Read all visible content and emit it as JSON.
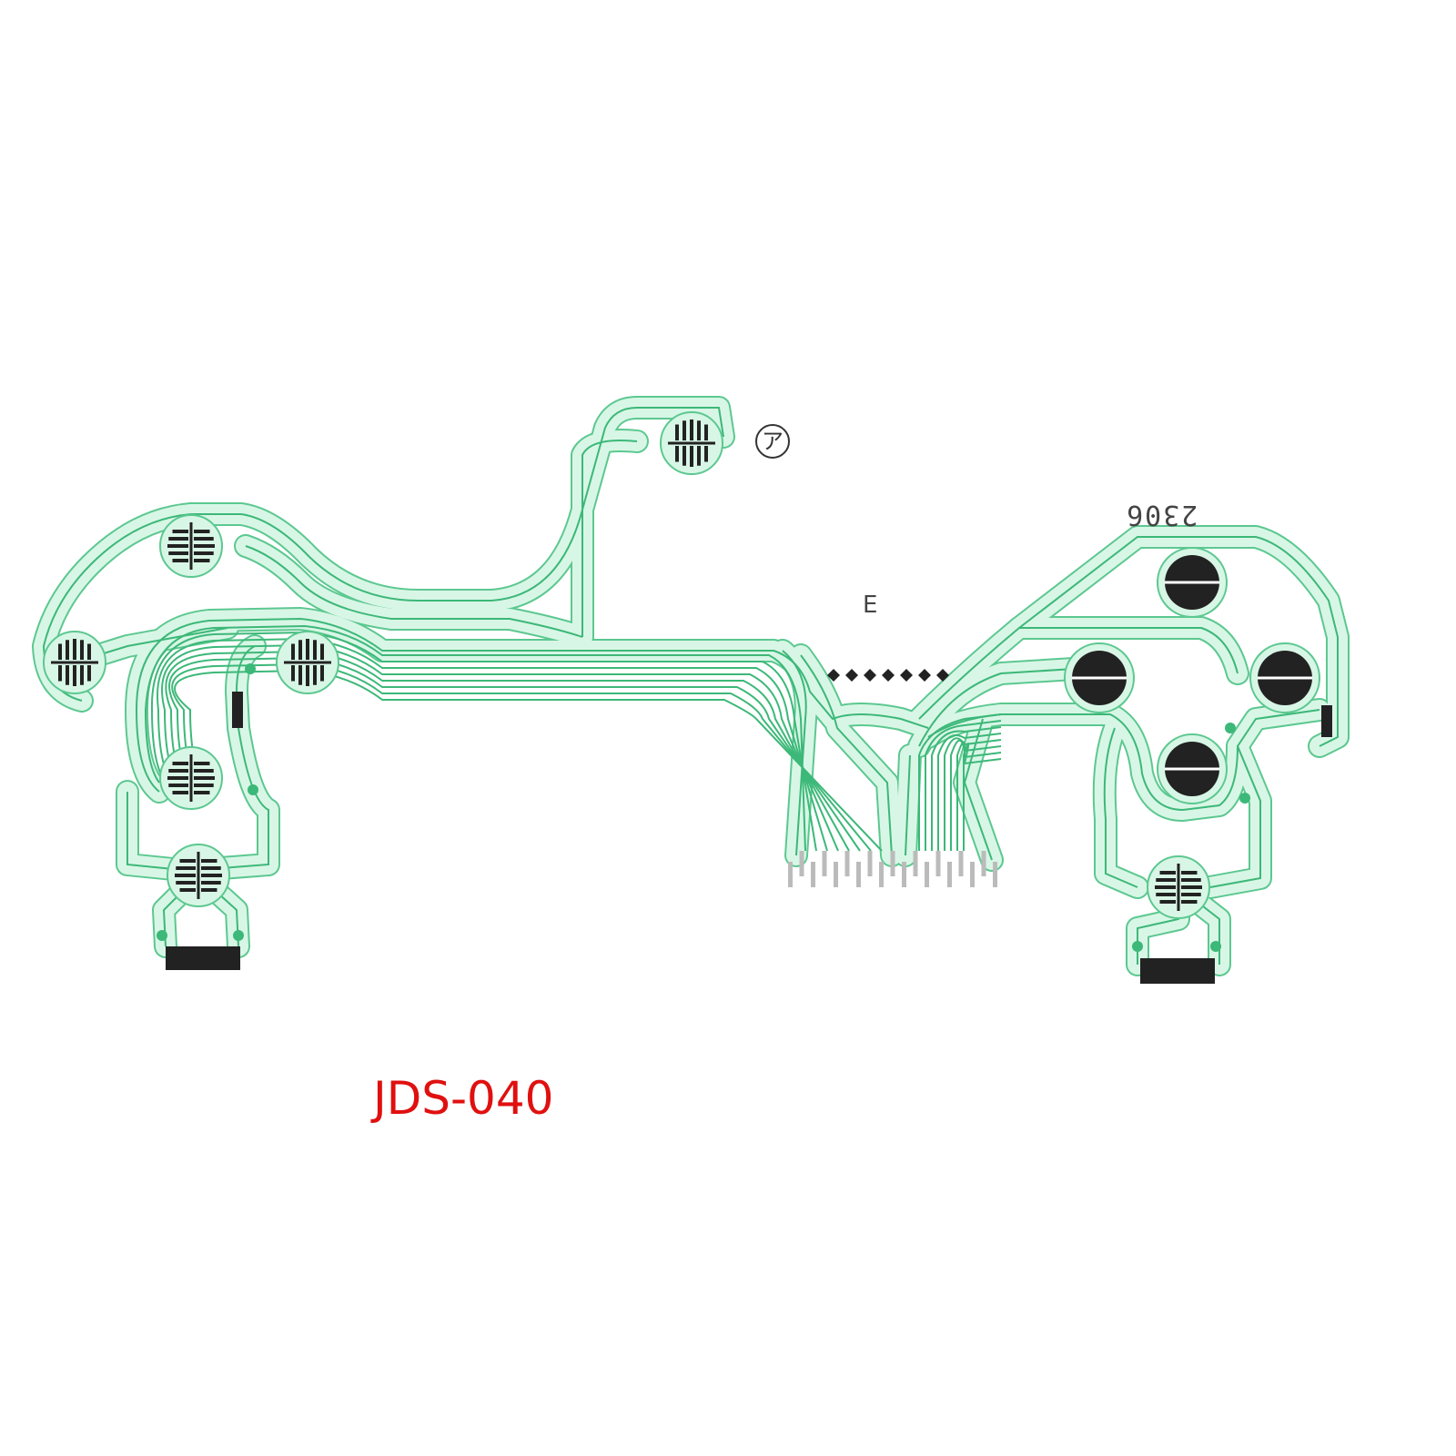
{
  "model_label": "JDS-040",
  "board_code": "2306",
  "marker_letter": "E",
  "circled_symbol": "ア",
  "colors": {
    "trace": "#3cb878",
    "substrate": "#d8f6e6",
    "pad": "#222222",
    "label": "#e01010"
  }
}
